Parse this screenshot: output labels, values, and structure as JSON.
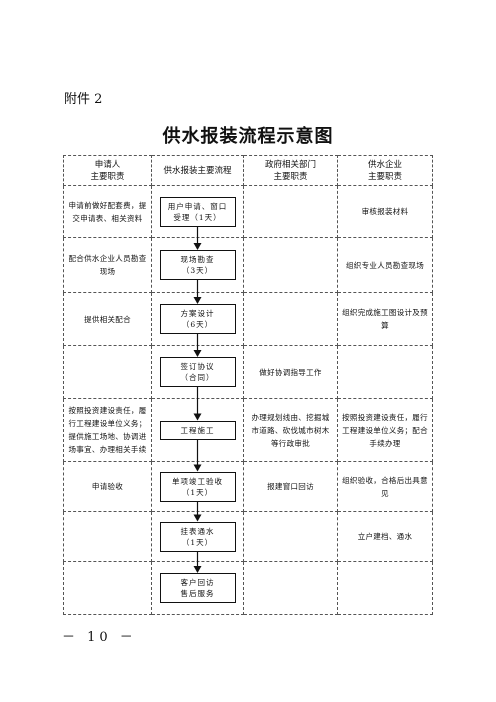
{
  "annex_label": "附件 2",
  "title": "供水报装流程示意图",
  "headers": {
    "applicant": "申请人\n主要职责",
    "process": "供水报装主要流程",
    "government": "政府相关部门\n主要职责",
    "water_company": "供水企业\n主要职责"
  },
  "rows": [
    {
      "applicant": "申请前做好配套费，提交申请表、相关资料",
      "step": [
        "用户申请、窗口",
        "受理（1天）"
      ],
      "government": "",
      "water_company": "审核报装材料"
    },
    {
      "applicant": "配合供水企业人员勘查现场",
      "step": [
        "现场勘查",
        "（3天）"
      ],
      "government": "",
      "water_company": "组织专业人员勘查现场"
    },
    {
      "applicant": "提供相关配合",
      "step": [
        "方案设计",
        "（6天）"
      ],
      "government": "",
      "water_company": "组织完成施工图设计及预算"
    },
    {
      "applicant": "",
      "step": [
        "签订协议",
        "（合同）"
      ],
      "government": "做好协调指导工作",
      "water_company": ""
    },
    {
      "applicant": "按照投资建设责任，履行工程建设单位义务；提供施工场地、协调进场事宜、办理相关手续",
      "step": [
        "工程施工"
      ],
      "government": "办理规划线由、挖掘城市道路、砍伐城市树木等行政审批",
      "water_company": "按照投资建设责任，履行工程建设单位义务；配合手续办理"
    },
    {
      "applicant": "申请验收",
      "step": [
        "单项竣工验收",
        "（1天）"
      ],
      "government": "报建窗口回访",
      "water_company": "组织验收，合格后出具意见"
    },
    {
      "applicant": "",
      "step": [
        "挂表通水",
        "（1天）"
      ],
      "government": "",
      "water_company": "立户建档、通水"
    },
    {
      "applicant": "",
      "step": [
        "客户回访",
        "售后服务"
      ],
      "government": "",
      "water_company": ""
    }
  ],
  "page_number": "－ 10 －"
}
